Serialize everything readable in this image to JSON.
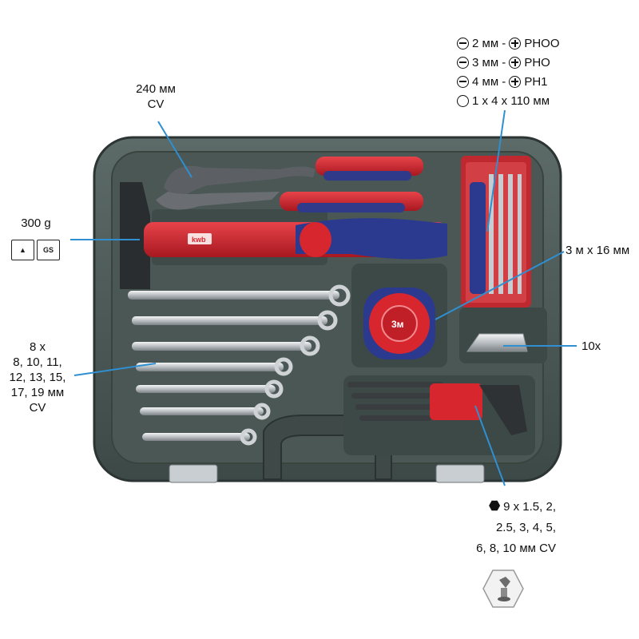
{
  "brand": "kwb",
  "screwdriver_spec": {
    "rows": [
      {
        "icon_a": "slotted-icon",
        "text_a": "2 мм -",
        "icon_b": "phillips-icon",
        "text_b": "PHOO"
      },
      {
        "icon_a": "slotted-icon",
        "text_a": "3 мм -",
        "icon_b": "phillips-icon",
        "text_b": "PHO"
      },
      {
        "icon_a": "slotted-icon",
        "text_a": "4 мм -",
        "icon_b": "phillips-icon",
        "text_b": "PH1"
      },
      {
        "icon_a": "round-shaft-icon",
        "text_a": "1 x 4 x 110 мм",
        "icon_b": "",
        "text_b": ""
      }
    ]
  },
  "pliers_spec": {
    "line1": "240 мм",
    "line2": "CV"
  },
  "hammer_spec": {
    "weight": "300 g",
    "cert_icons": [
      "tested-safety-icon",
      "gs-icon"
    ]
  },
  "tape_spec": {
    "text": "3 м x 16 мм",
    "tape_label": "3м"
  },
  "blades_spec": {
    "text": "10x"
  },
  "wrench_spec": {
    "lines": [
      "8 x",
      "8, 10, 11,",
      "12, 13, 15,",
      "17, 19 мм",
      "CV"
    ]
  },
  "hex_spec": {
    "icon": "hexagon-icon",
    "lines": [
      "9 x 1.5, 2,",
      "2.5, 3, 4, 5,",
      "6, 8, 10 мм CV"
    ],
    "footer_icon": "hex-key-icon"
  },
  "colors": {
    "case": "#4f5d5b",
    "case_dark": "#36423f",
    "accent_red": "#d8262e",
    "accent_blue": "#2b3a8f",
    "callout": "#2f8fd0"
  }
}
